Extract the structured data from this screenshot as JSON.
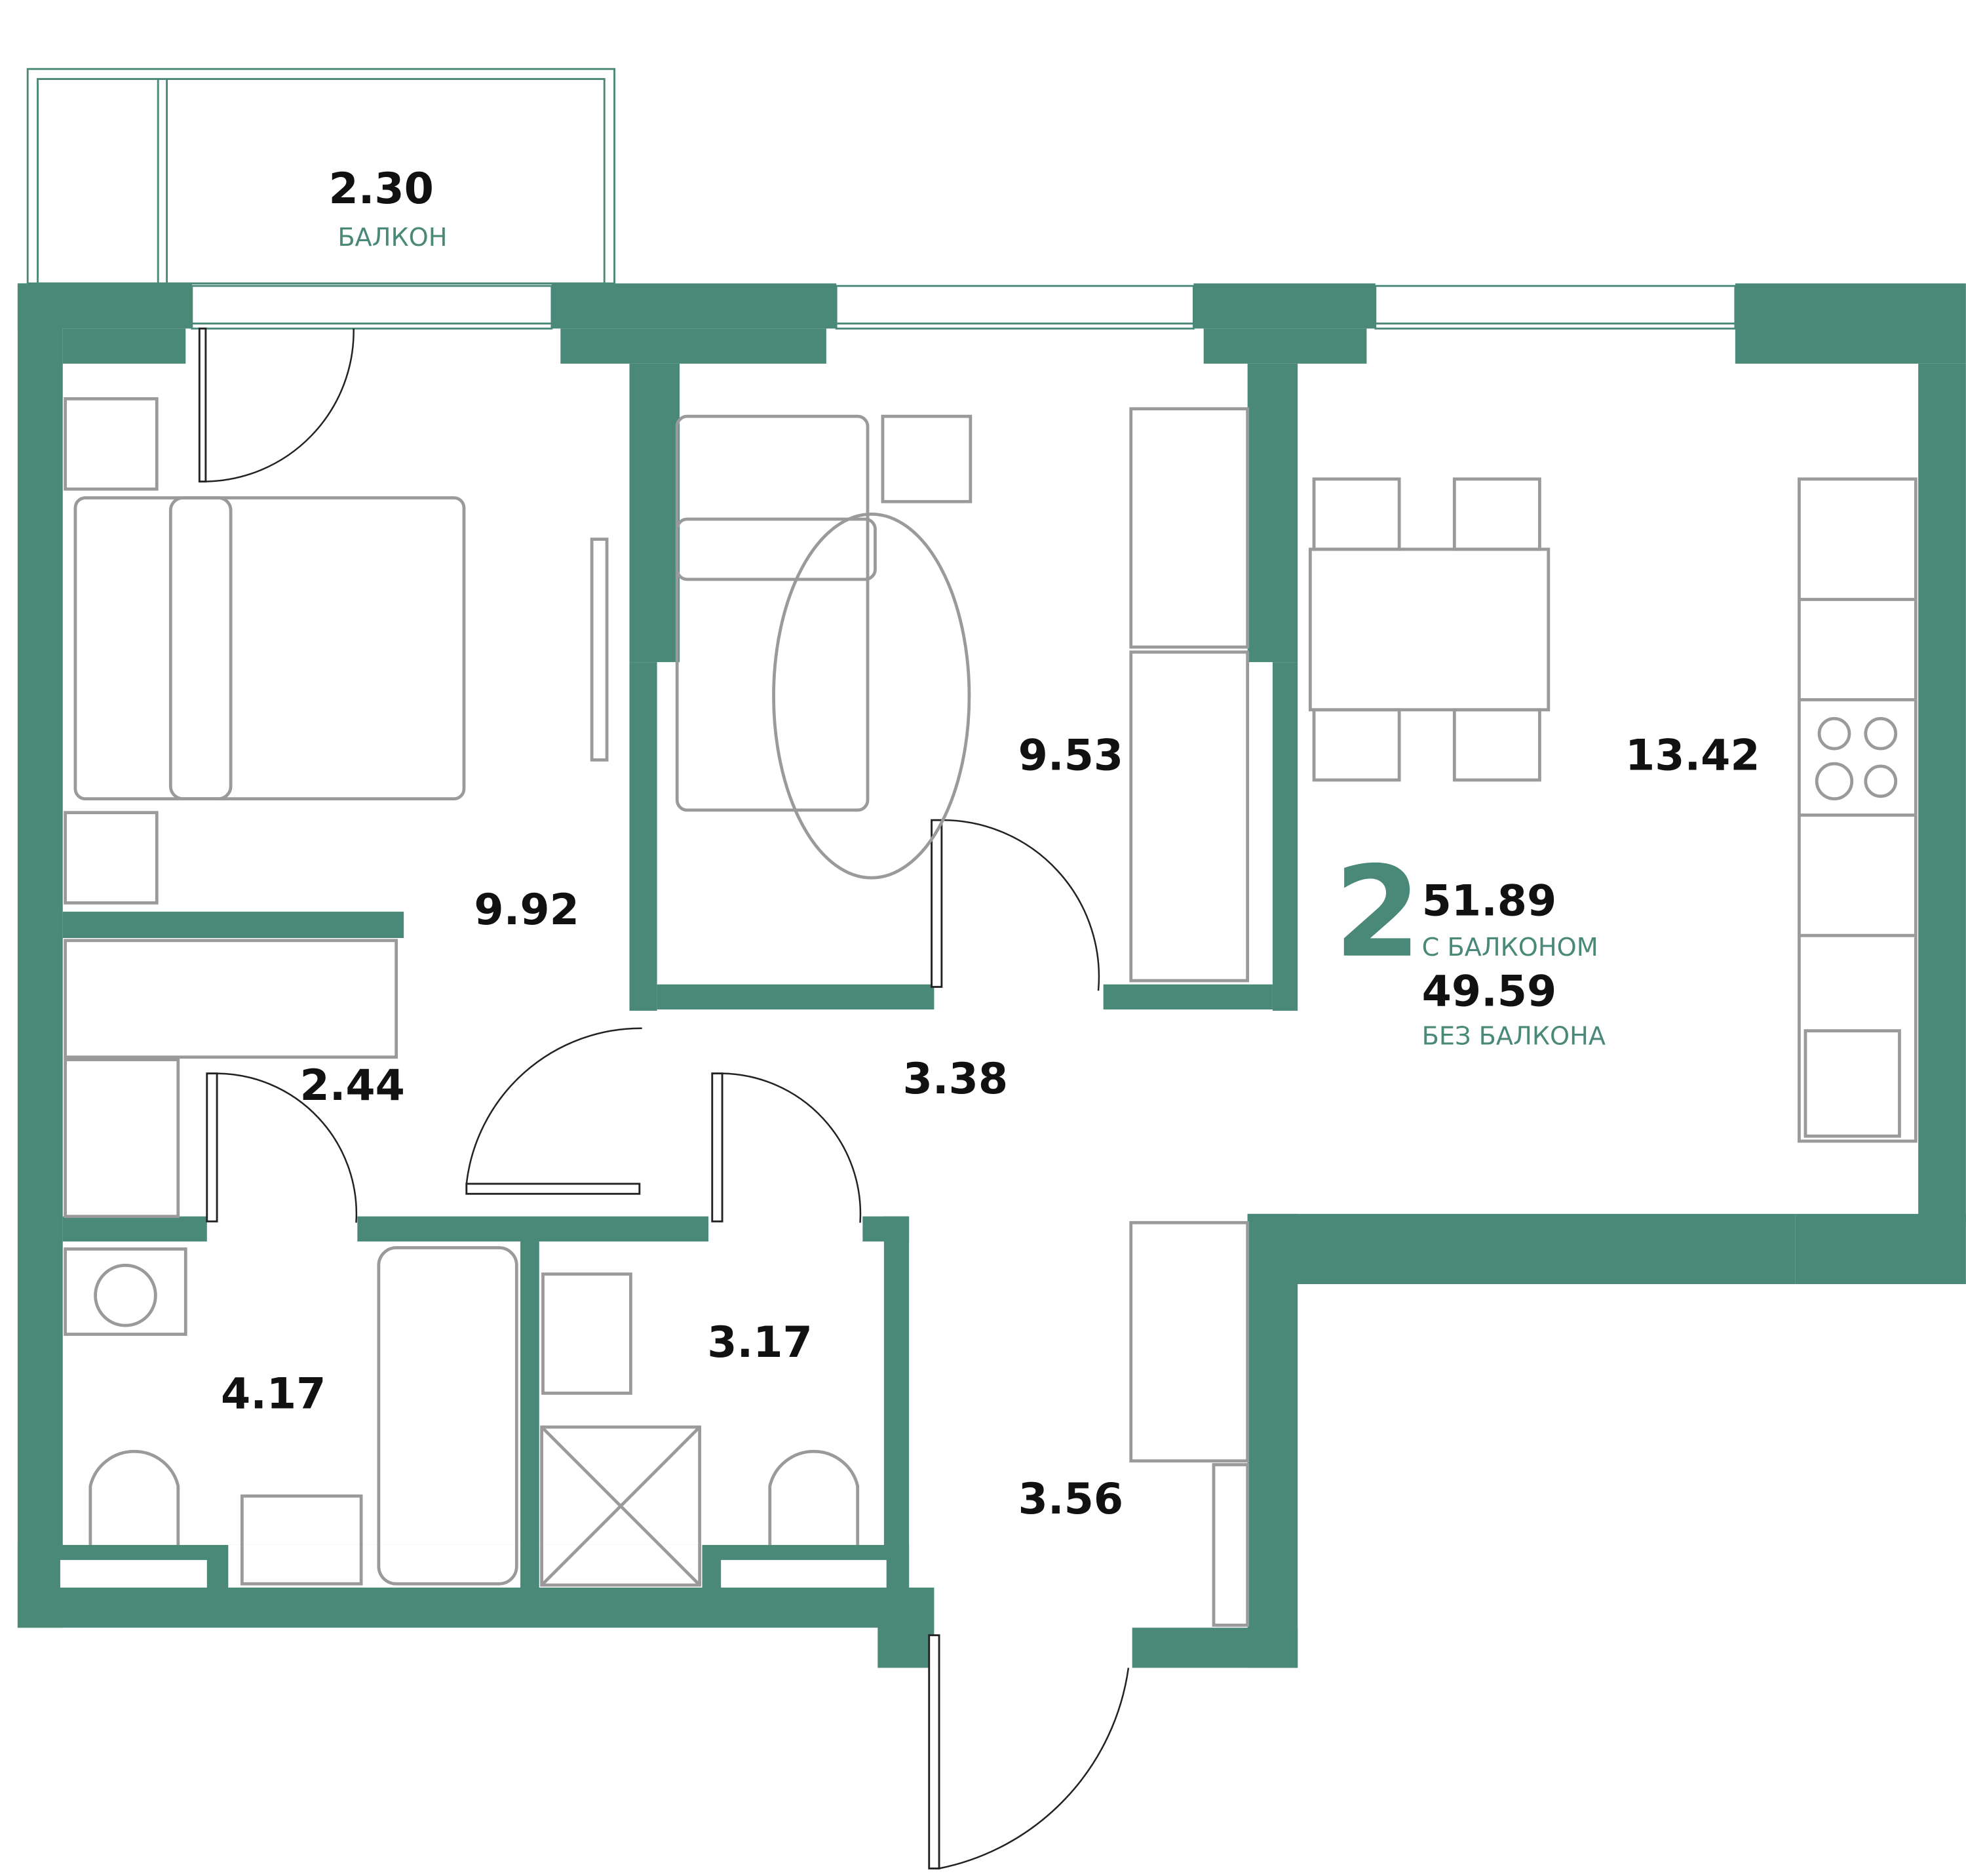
{
  "apartment": {
    "rooms_count": "2",
    "total_with_balcony": "51.89",
    "total_with_balcony_label": "С БАЛКОНОМ",
    "total_without_balcony": "49.59",
    "total_without_balcony_label": "БЕЗ БАЛКОНА"
  },
  "rooms": {
    "balcony": {
      "area": "2.30",
      "label": "БАЛКОН"
    },
    "bedroom": {
      "area": "9.92"
    },
    "room2": {
      "area": "9.53"
    },
    "kitchen": {
      "area": "13.42"
    },
    "wardrobe": {
      "area": "2.44"
    },
    "hall": {
      "area": "3.38"
    },
    "bathroom": {
      "area": "4.17"
    },
    "shower": {
      "area": "3.17"
    },
    "entrance": {
      "area": "3.56"
    }
  },
  "colors": {
    "wall": "#4a8878",
    "furniture": "#9a9a9a",
    "text": "#111111"
  }
}
